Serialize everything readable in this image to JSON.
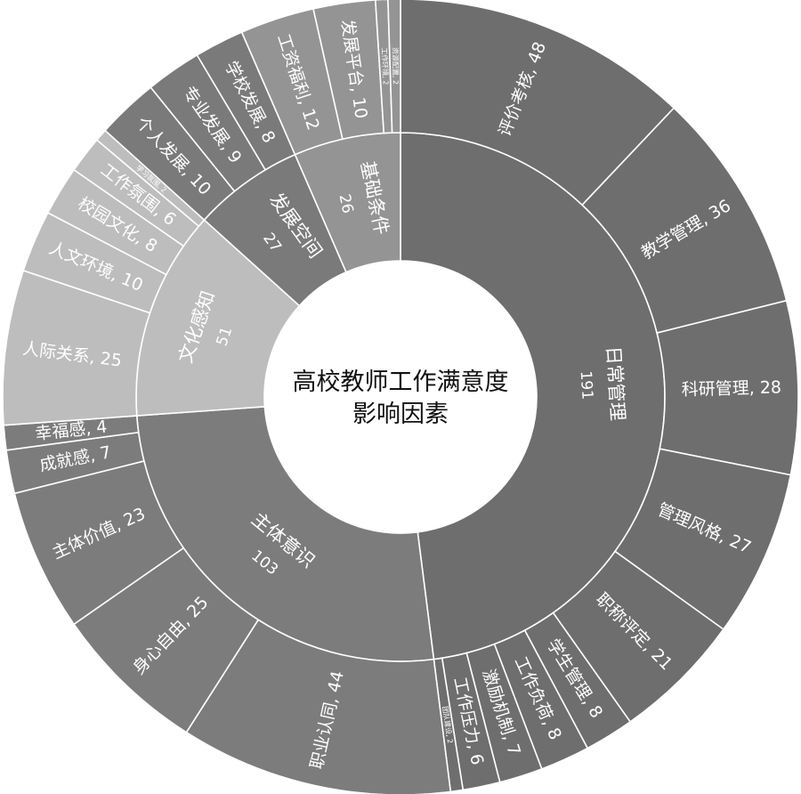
{
  "chart_data": {
    "type": "sunburst",
    "title": "高校教师工作满意度影响因素",
    "center_lines": [
      "高校教师工作满意度",
      "影响因素"
    ],
    "categories": [
      {
        "name": "日常管理",
        "value": 191,
        "color": "#6e6e6e",
        "children": [
          {
            "name": "评价考核",
            "value": 48,
            "label": "评价考核, 48"
          },
          {
            "name": "教学管理",
            "value": 36,
            "label": "教学管理, 36"
          },
          {
            "name": "科研管理",
            "value": 28,
            "label": "科研管理, 28"
          },
          {
            "name": "管理风格",
            "value": 27,
            "label": "管理风格, 27"
          },
          {
            "name": "职称评定",
            "value": 21,
            "label": "职称评定, 21"
          },
          {
            "name": "学生管理",
            "value": 8,
            "label": "学生管理, 8"
          },
          {
            "name": "工作负荷",
            "value": 8,
            "label": "工作负荷, 8"
          },
          {
            "name": "激励机制",
            "value": 7,
            "label": "激励机制, 7"
          },
          {
            "name": "工作压力",
            "value": 6,
            "label": "工作压力, 6"
          },
          {
            "name": "团队建设",
            "value": 2,
            "label": "团队建设, 2"
          }
        ]
      },
      {
        "name": "主体意识",
        "value": 103,
        "color": "#7c7c7c",
        "children": [
          {
            "name": "职业认同",
            "value": 44,
            "label": "职业认同, 44"
          },
          {
            "name": "身心自由",
            "value": 25,
            "label": "身心自由, 25"
          },
          {
            "name": "主体价值",
            "value": 23,
            "label": "主体价值, 23"
          },
          {
            "name": "成就感",
            "value": 7,
            "label": "成就感, 7"
          },
          {
            "name": "幸福感",
            "value": 4,
            "label": "幸福感, 4"
          }
        ]
      },
      {
        "name": "文化感知",
        "value": 51,
        "color": "#bdbdbd",
        "children": [
          {
            "name": "人际关系",
            "value": 25,
            "label": "人际关系, 25"
          },
          {
            "name": "人文环境",
            "value": 10,
            "label": "人文环境, 10"
          },
          {
            "name": "校园文化",
            "value": 8,
            "label": "校园文化, 8"
          },
          {
            "name": "工作氛围",
            "value": 6,
            "label": "工作氛围, 6"
          },
          {
            "name": "学习氛围",
            "value": 2,
            "label": "学习氛围, 2"
          }
        ]
      },
      {
        "name": "发展空间",
        "value": 27,
        "color": "#7a7a7a",
        "children": [
          {
            "name": "个人发展",
            "value": 10,
            "label": "个人发展, 10"
          },
          {
            "name": "专业发展",
            "value": 9,
            "label": "专业发展, 9"
          },
          {
            "name": "学校发展",
            "value": 8,
            "label": "学校发展, 8"
          }
        ]
      },
      {
        "name": "基础条件",
        "value": 26,
        "color": "#949494",
        "children": [
          {
            "name": "工资福利",
            "value": 12,
            "label": "工资福利, 12"
          },
          {
            "name": "发展平台",
            "value": 10,
            "label": "发展平台, 10"
          },
          {
            "name": "工作环境",
            "value": 2,
            "label": "工作环境, 2"
          },
          {
            "name": "资源配置",
            "value": 2,
            "label": "资源配置, 2"
          }
        ]
      }
    ]
  }
}
